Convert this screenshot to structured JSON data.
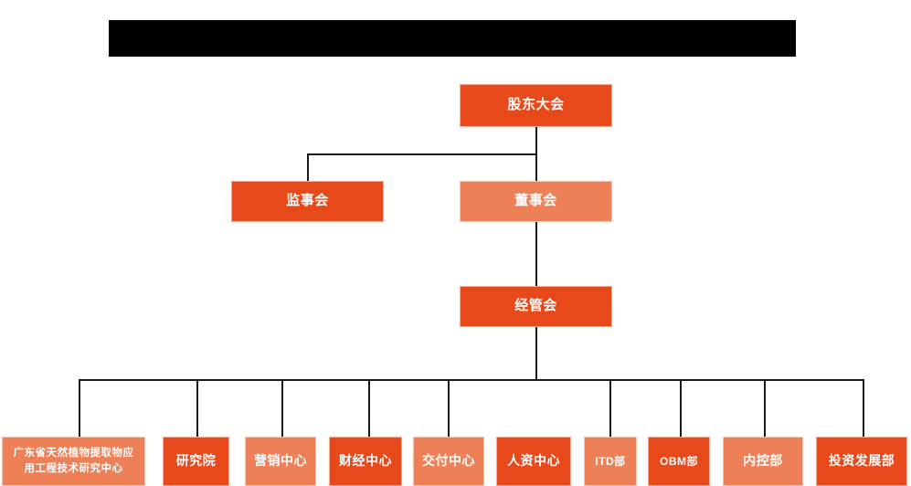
{
  "chart_data": {
    "type": "diagram",
    "title": "",
    "diagram_kind": "organization-chart",
    "orientation": "top-down",
    "colors": {
      "fill_dark": "#E8491B",
      "fill_light": "#EE8058",
      "line": "#1a1a1a",
      "text": "#ffffff",
      "background": "#ffffff",
      "redaction": "#000000"
    },
    "nodes": [
      {
        "id": "shareholders",
        "label": "股东大会",
        "fill": "dark",
        "level": 1
      },
      {
        "id": "supervisors",
        "label": "监事会",
        "fill": "dark",
        "level": 2
      },
      {
        "id": "board",
        "label": "董事会",
        "fill": "light",
        "level": 2
      },
      {
        "id": "management",
        "label": "经管会",
        "fill": "dark",
        "level": 3
      },
      {
        "id": "eng-center",
        "label": "广东省天然植物提取物应用工程技术研究中心",
        "fill": "light",
        "level": 4
      },
      {
        "id": "research",
        "label": "研究院",
        "fill": "dark",
        "level": 4
      },
      {
        "id": "marketing",
        "label": "营销中心",
        "fill": "light",
        "level": 4
      },
      {
        "id": "finance",
        "label": "财经中心",
        "fill": "dark",
        "level": 4
      },
      {
        "id": "delivery",
        "label": "交付中心",
        "fill": "light",
        "level": 4
      },
      {
        "id": "hr",
        "label": "人资中心",
        "fill": "dark",
        "level": 4
      },
      {
        "id": "itd",
        "label": "ITD部",
        "fill": "light",
        "level": 4
      },
      {
        "id": "obm",
        "label": "OBM部",
        "fill": "dark",
        "level": 4
      },
      {
        "id": "internal-ctl",
        "label": "内控部",
        "fill": "light",
        "level": 4
      },
      {
        "id": "investment",
        "label": "投资发展部",
        "fill": "dark",
        "level": 4
      }
    ],
    "edges": [
      {
        "from": "shareholders",
        "to": "supervisors"
      },
      {
        "from": "shareholders",
        "to": "board"
      },
      {
        "from": "board",
        "to": "management"
      },
      {
        "from": "management",
        "to": "eng-center"
      },
      {
        "from": "management",
        "to": "research"
      },
      {
        "from": "management",
        "to": "marketing"
      },
      {
        "from": "management",
        "to": "finance"
      },
      {
        "from": "management",
        "to": "delivery"
      },
      {
        "from": "management",
        "to": "hr"
      },
      {
        "from": "management",
        "to": "itd"
      },
      {
        "from": "management",
        "to": "obm"
      },
      {
        "from": "management",
        "to": "internal-ctl"
      },
      {
        "from": "management",
        "to": "investment"
      }
    ]
  },
  "header": {
    "redacted_title": ""
  },
  "top": {
    "shareholders_label": "股东大会",
    "supervisors_label": "监事会",
    "board_label": "董事会",
    "management_label": "经管会"
  },
  "departments": [
    {
      "label": "广东省天然植物提取物应\n用工程技术研究中心"
    },
    {
      "label": "研究院"
    },
    {
      "label": "营销中心"
    },
    {
      "label": "财经中心"
    },
    {
      "label": "交付中心"
    },
    {
      "label": "人资中心"
    },
    {
      "label": "ITD部"
    },
    {
      "label": "OBM部"
    },
    {
      "label": "内控部"
    },
    {
      "label": "投资发展部"
    }
  ],
  "dept_labels": {
    "eng_center_line1": "广东省天然植物提取物应",
    "eng_center_line2": "用工程技术研究中心",
    "research": "研究院",
    "marketing": "营销中心",
    "finance": "财经中心",
    "delivery": "交付中心",
    "hr": "人资中心",
    "itd": "ITD部",
    "obm": "OBM部",
    "internal_ctl": "内控部",
    "investment": "投资发展部"
  }
}
